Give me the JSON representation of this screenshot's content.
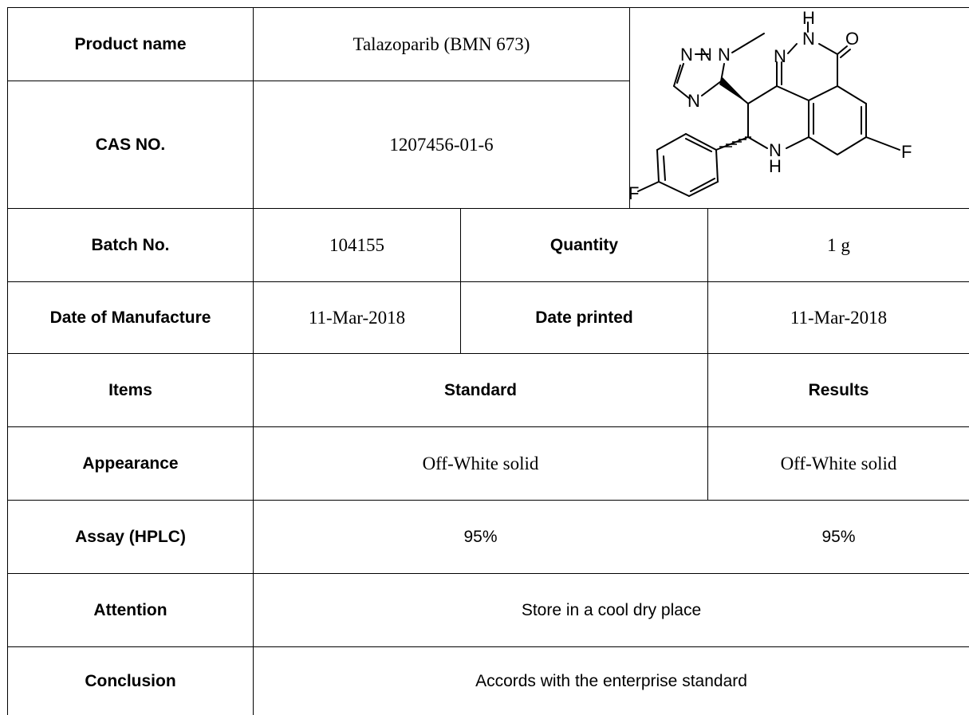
{
  "product": {
    "name_label": "Product name",
    "name_value": "Talazoparib (BMN 673)",
    "cas_label": "CAS NO.",
    "cas_value": "1207456-01-6"
  },
  "structure": {
    "icon": "chemical-structure-drawing",
    "atoms": {
      "h_top": "H",
      "n_amide": "N",
      "o_carbonyl": "O",
      "n_pyridazine": "N",
      "n_triazole_1": "N",
      "n_triazole_2": "N",
      "methyl_n": "N",
      "n_triazole_3": "N",
      "f_right": "F",
      "n_amine": "N",
      "h_amine": "H",
      "f_left": "F"
    }
  },
  "batch": {
    "label": "Batch No.",
    "value": "104155",
    "quantity_label": "Quantity",
    "quantity_value": "1 g"
  },
  "dates": {
    "manufacture_label": "Date of Manufacture",
    "manufacture_value": "11-Mar-2018",
    "printed_label": "Date printed",
    "printed_value": "11-Mar-2018"
  },
  "header": {
    "items": "Items",
    "standard": "Standard",
    "results": "Results"
  },
  "rows": [
    {
      "item": "Appearance",
      "standard": "Off-White solid",
      "result": "Off-White solid"
    },
    {
      "item": "Assay (HPLC)",
      "standard": "95%",
      "result": "95%"
    }
  ],
  "attention": {
    "label": "Attention",
    "value": "Store in a cool dry place"
  },
  "conclusion": {
    "label": "Conclusion",
    "value": "Accords with the enterprise standard"
  }
}
